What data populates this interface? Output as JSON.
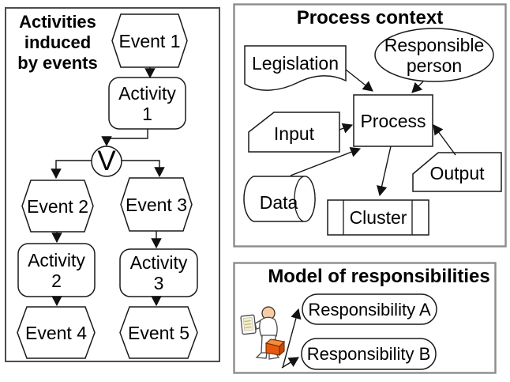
{
  "left_panel": {
    "title": "Activities\ninduced\nby events",
    "nodes": {
      "event1": "Event 1",
      "activity1": "Activity\n1",
      "connector": "V",
      "event2": "Event 2",
      "event3": "Event 3",
      "activity2": "Activity\n2",
      "activity3": "Activity\n3",
      "event4": "Event 4",
      "event5": "Event 5"
    }
  },
  "process_context": {
    "title": "Process context",
    "nodes": {
      "legislation": "Legislation",
      "responsible_person": "Responsible\nperson",
      "input": "Input",
      "process": "Process",
      "data": "Data",
      "output": "Output",
      "cluster": "Cluster"
    }
  },
  "responsibilities": {
    "title": "Model of responsibilities",
    "nodes": {
      "responsibility_a": "Responsibility A",
      "responsibility_b": "Responsibility B"
    },
    "person_icon": "person-with-tablet-and-briefcase"
  },
  "colors": {
    "skin": "#f4cda6",
    "screen": "#f7efc0",
    "briefcase_front": "#e8590f",
    "briefcase_top": "#f28b3b",
    "briefcase_side": "#c8490a"
  }
}
